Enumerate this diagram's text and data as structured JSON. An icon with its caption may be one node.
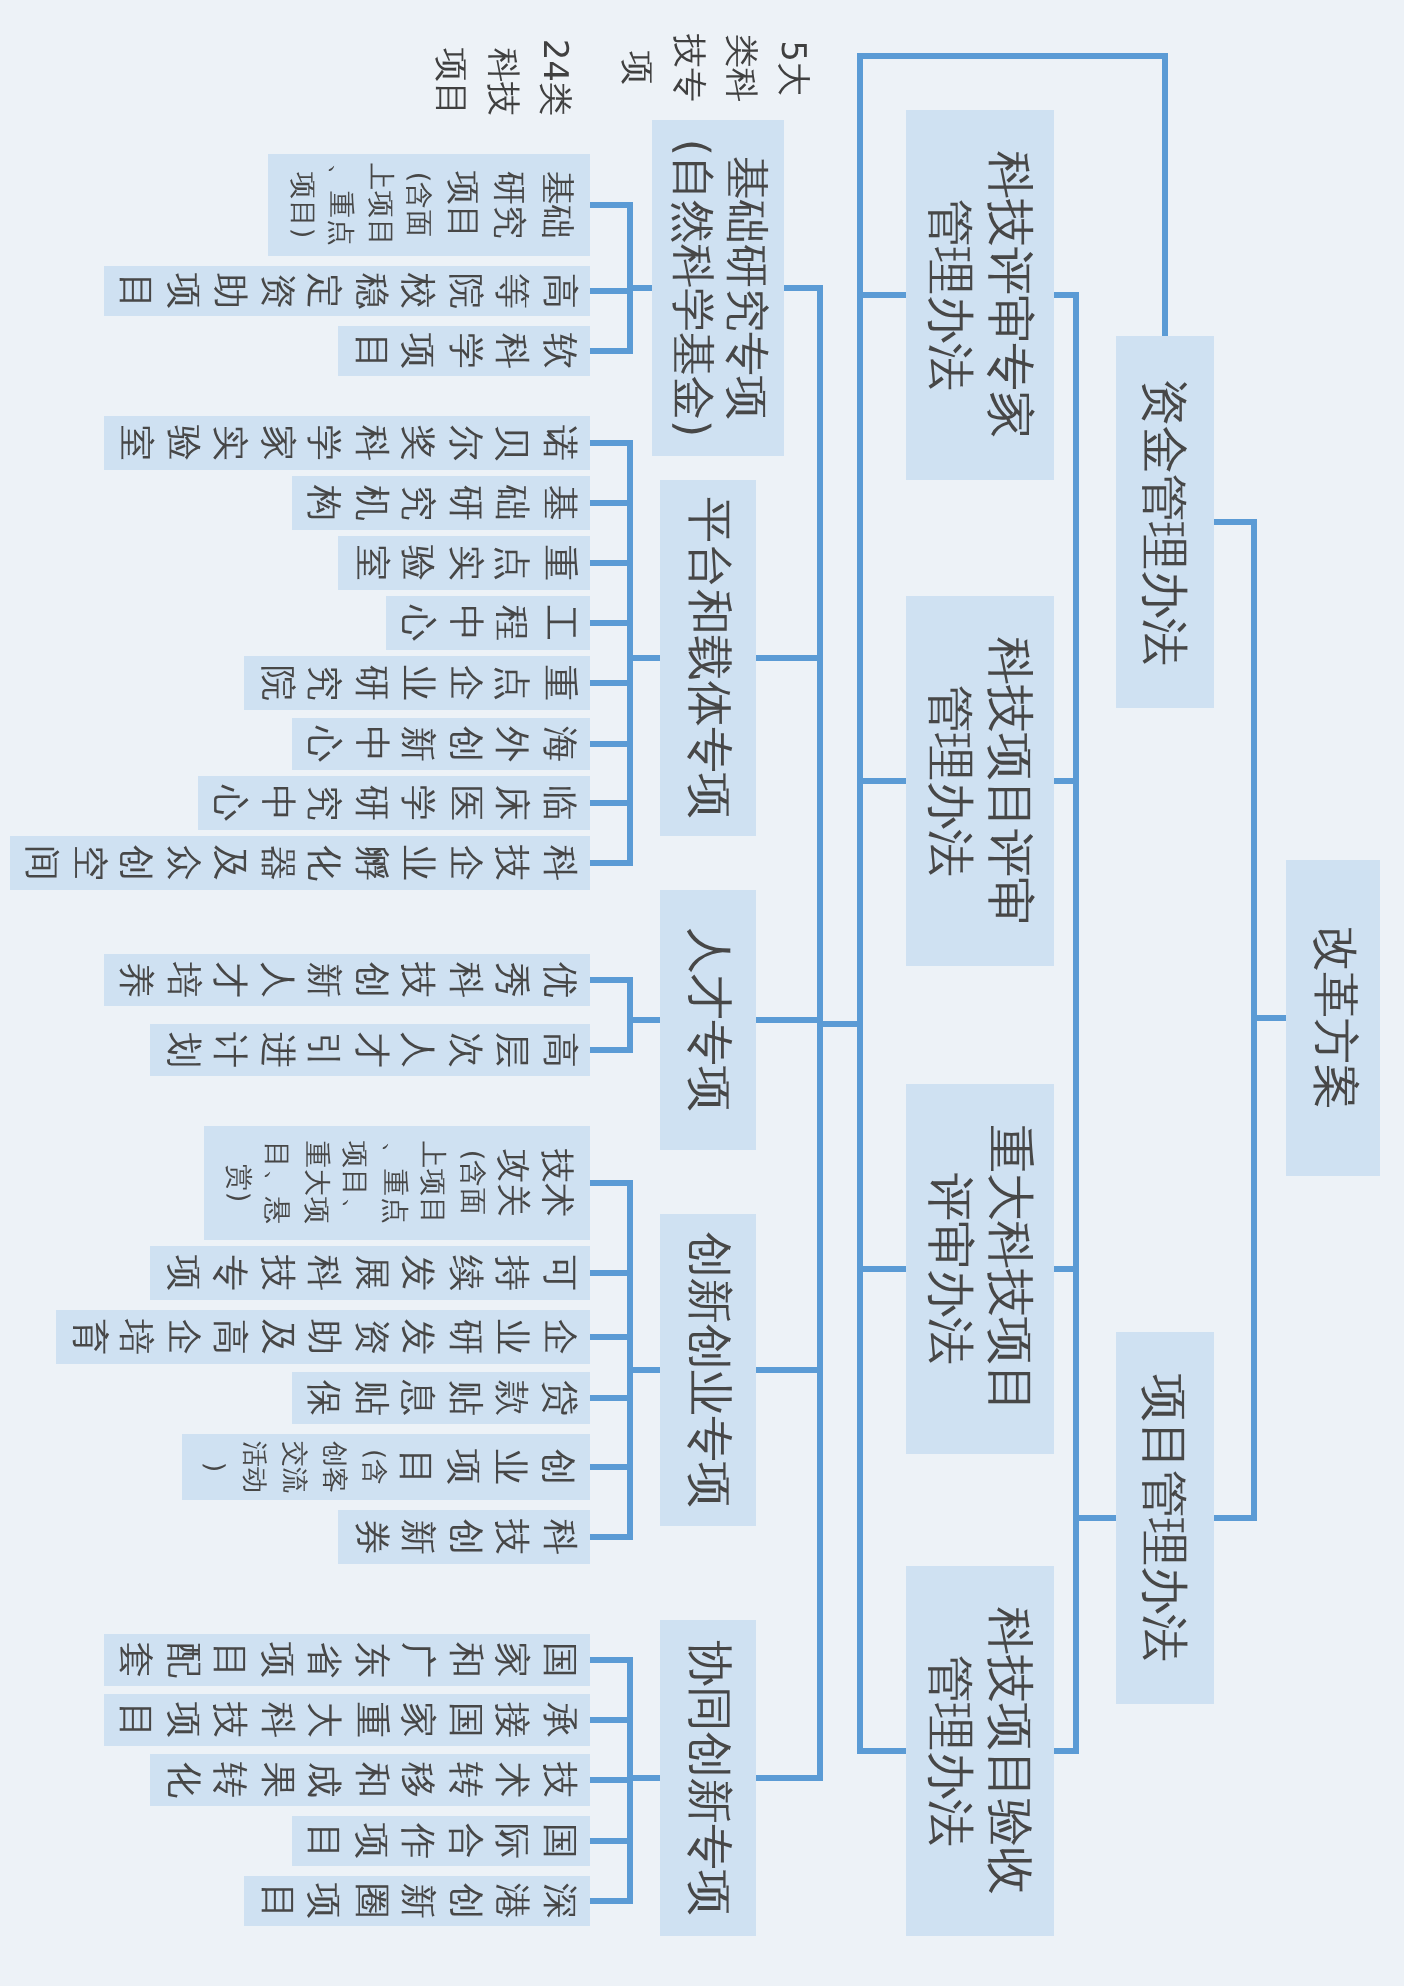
{
  "diagram": {
    "nodes": [
      {
        "text": [
          "改革方案"
        ]
      },
      {
        "text": [
          "资金管理办法"
        ]
      },
      {
        "text": [
          "项目管理办法"
        ]
      },
      {
        "text": [
          "科技评审专家管理办法"
        ]
      },
      {
        "text": [
          "科技项目评审管理办法"
        ]
      },
      {
        "text": [
          "重大科技项目评审办法"
        ]
      },
      {
        "text": [
          "科技项目验收管理办法"
        ]
      },
      {
        "text": [
          "基础研究专项(自然科学基金)"
        ]
      },
      {
        "text": [
          "平台和载体专项"
        ]
      },
      {
        "text": [
          "人才专项"
        ]
      },
      {
        "text": [
          "创新创业专项"
        ]
      },
      {
        "text": [
          "协同创新专项"
        ]
      },
      {
        "text": [
          "基础研究项目",
          "(含面上项目、重点项目)"
        ]
      },
      {
        "text": [
          "高等院校稳定资助项目"
        ]
      },
      {
        "text": [
          "软科学项目"
        ]
      },
      {
        "text": [
          "诺贝尔奖科学家实验室"
        ]
      },
      {
        "text": [
          "基础研究机构"
        ]
      },
      {
        "text": [
          "重点实验室"
        ]
      },
      {
        "text": [
          "工程中心"
        ]
      },
      {
        "text": [
          "重点企业研究院"
        ]
      },
      {
        "text": [
          "海外创新中心"
        ]
      },
      {
        "text": [
          "临床医学研究中心"
        ]
      },
      {
        "text": [
          "科技企业孵化器及众创空间"
        ]
      },
      {
        "text": [
          "优秀科技创新人才培养"
        ]
      },
      {
        "text": [
          "高层次人才引进计划"
        ]
      },
      {
        "text": [
          "技术攻关",
          "(含面上项目、重点项目、重大项目、悬赏)"
        ]
      },
      {
        "text": [
          "可持续发展科技专项"
        ]
      },
      {
        "text": [
          "企业研发资助及高企培育"
        ]
      },
      {
        "text": [
          "贷款贴息贴保"
        ]
      },
      {
        "text": [
          "创业项目",
          "(含创客交流活动)"
        ]
      },
      {
        "text": [
          "科技创新券"
        ]
      },
      {
        "text": [
          "国家和广东省项目配套"
        ]
      },
      {
        "text": [
          "承接国家重大科技项目"
        ]
      },
      {
        "text": [
          "技术转移和成果转化"
        ]
      },
      {
        "text": [
          "国际合作项目"
        ]
      },
      {
        "text": [
          "深港创新圈项目"
        ]
      }
    ],
    "edges": [
      {
        "from": 0,
        "to": 1,
        "arrow": "none"
      },
      {
        "from": 0,
        "to": 2,
        "arrow": "none"
      },
      {
        "from": 1,
        "to": 3,
        "arrow": "none"
      },
      {
        "from": 1,
        "to": 4,
        "arrow": "none"
      },
      {
        "from": 1,
        "to": 5,
        "arrow": "none"
      },
      {
        "from": 1,
        "to": 6,
        "arrow": "none"
      },
      {
        "from": 2,
        "to": 3,
        "arrow": "none"
      },
      {
        "from": 2,
        "to": 4,
        "arrow": "none"
      },
      {
        "from": 2,
        "to": 5,
        "arrow": "none"
      },
      {
        "from": 2,
        "to": 6,
        "arrow": "none"
      },
      {
        "from": 1,
        "to": 7,
        "arrow": "none"
      },
      {
        "from": 1,
        "to": 8,
        "arrow": "none"
      },
      {
        "from": 1,
        "to": 9,
        "arrow": "none"
      },
      {
        "from": 1,
        "to": 10,
        "arrow": "none"
      },
      {
        "from": 1,
        "to": 11,
        "arrow": "none"
      },
      {
        "from": 7,
        "to": 12,
        "arrow": "none"
      },
      {
        "from": 7,
        "to": 13,
        "arrow": "none"
      },
      {
        "from": 7,
        "to": 14,
        "arrow": "none"
      },
      {
        "from": 8,
        "to": 15,
        "arrow": "none"
      },
      {
        "from": 8,
        "to": 16,
        "arrow": "none"
      },
      {
        "from": 8,
        "to": 17,
        "arrow": "none"
      },
      {
        "from": 8,
        "to": 18,
        "arrow": "none"
      },
      {
        "from": 8,
        "to": 19,
        "arrow": "none"
      },
      {
        "from": 8,
        "to": 20,
        "arrow": "none"
      },
      {
        "from": 8,
        "to": 21,
        "arrow": "none"
      },
      {
        "from": 8,
        "to": 22,
        "arrow": "none"
      },
      {
        "from": 9,
        "to": 23,
        "arrow": "none"
      },
      {
        "from": 9,
        "to": 24,
        "arrow": "none"
      },
      {
        "from": 10,
        "to": 25,
        "arrow": "none"
      },
      {
        "from": 10,
        "to": 26,
        "arrow": "none"
      },
      {
        "from": 10,
        "to": 27,
        "arrow": "none"
      },
      {
        "from": 10,
        "to": 28,
        "arrow": "none"
      },
      {
        "from": 10,
        "to": 29,
        "arrow": "none"
      },
      {
        "from": 10,
        "to": 30,
        "arrow": "none"
      },
      {
        "from": 11,
        "to": 31,
        "arrow": "none"
      },
      {
        "from": 11,
        "to": 32,
        "arrow": "none"
      },
      {
        "from": 11,
        "to": 33,
        "arrow": "none"
      },
      {
        "from": 11,
        "to": 34,
        "arrow": "none"
      },
      {
        "from": 11,
        "to": 35,
        "arrow": "none"
      }
    ],
    "labels": [
      "5大类科技专项",
      "24类科技项目"
    ]
  }
}
